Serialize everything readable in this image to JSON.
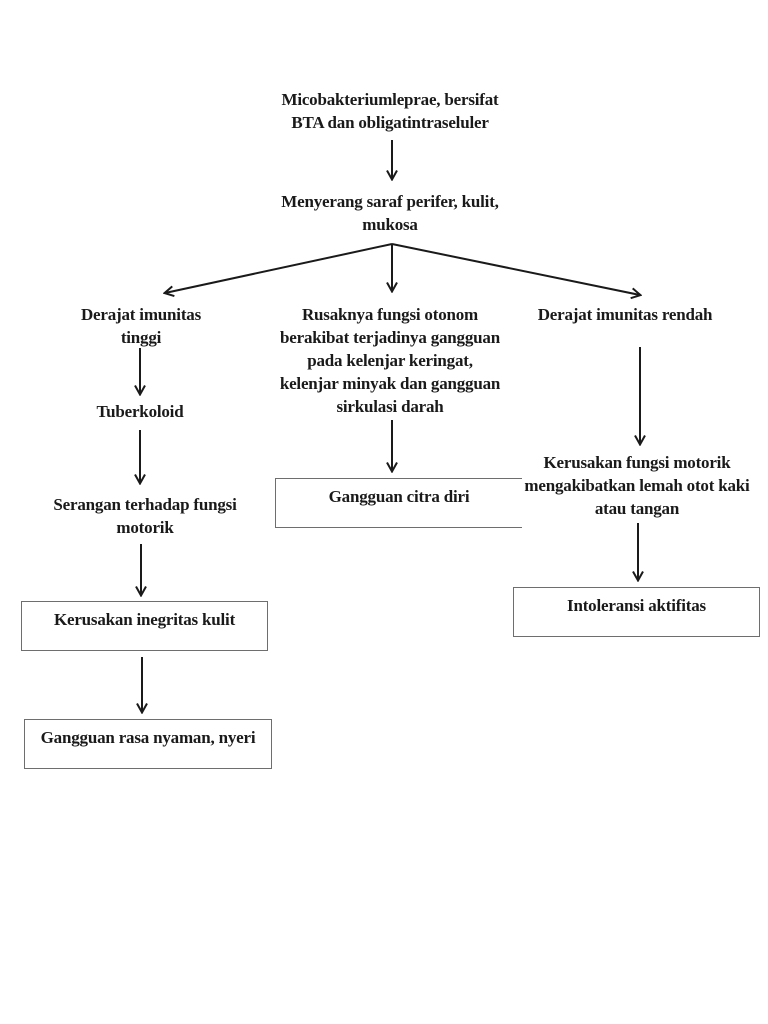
{
  "diagram": {
    "colors": {
      "text": "#1a1a1a",
      "arrow": "#1a1a1a",
      "box_border": "#6e6e6e",
      "background": "#ffffff"
    },
    "nodes": {
      "root": "Micobakteriumleprae, bersifat\nBTA dan obligatintraseluler",
      "attack": "Menyerang saraf perifer, kulit,\nmukosa",
      "immunity_high": "Derajat imunitas\ntinggi",
      "autonomic_damage": "Rusaknya fungsi otonom\nberakibat terjadinya gangguan\npada kelenjar keringat,\nkelenjar minyak dan gangguan\nsirkulasi darah",
      "immunity_low": "Derajat imunitas rendah",
      "tuberkoloid": "Tuberkoloid",
      "motor_attack": "Serangan terhadap fungsi\nmotorik",
      "motor_damage": "Kerusakan fungsi motorik\nmengakibatkan lemah otot kaki\natau tangan",
      "skin_integrity_box": "Kerusakan inegritas kulit",
      "comfort_pain_box": "Gangguan rasa nyaman, nyeri",
      "body_image_box": "Gangguan citra diri",
      "activity_intolerance_box": "Intoleransi aktifitas"
    }
  }
}
